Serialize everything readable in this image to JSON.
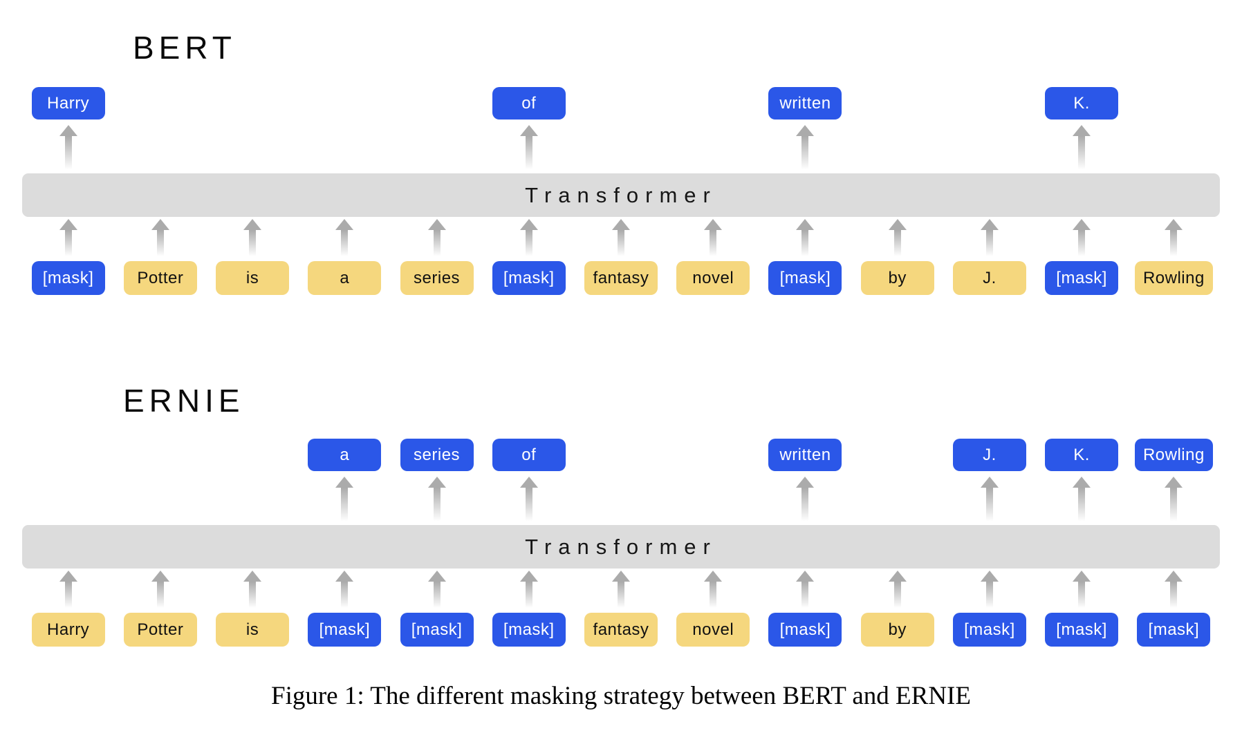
{
  "colors": {
    "masked_blue": "#2B57E8",
    "token_yellow": "#F5D77E",
    "transformer_gray": "#DCDCDC",
    "arrow_gray": "#ABABAB"
  },
  "icons": {
    "arrow": "up-arrow-icon"
  },
  "caption": "Figure 1: The different masking strategy between BERT and ERNIE",
  "diagrams": [
    {
      "title": "BERT",
      "transformer_label": "Transformer",
      "outputs": [
        {
          "col": 1,
          "label": "Harry"
        },
        {
          "col": 6,
          "label": "of"
        },
        {
          "col": 9,
          "label": "written"
        },
        {
          "col": 12,
          "label": "K."
        }
      ],
      "inputs": [
        {
          "label": "[mask]",
          "masked": true
        },
        {
          "label": "Potter",
          "masked": false
        },
        {
          "label": "is",
          "masked": false
        },
        {
          "label": "a",
          "masked": false
        },
        {
          "label": "series",
          "masked": false
        },
        {
          "label": "[mask]",
          "masked": true
        },
        {
          "label": "fantasy",
          "masked": false
        },
        {
          "label": "novel",
          "masked": false
        },
        {
          "label": "[mask]",
          "masked": true
        },
        {
          "label": "by",
          "masked": false
        },
        {
          "label": "J.",
          "masked": false
        },
        {
          "label": "[mask]",
          "masked": true
        },
        {
          "label": "Rowling",
          "masked": false
        }
      ]
    },
    {
      "title": "ERNIE",
      "transformer_label": "Transformer",
      "outputs": [
        {
          "col": 4,
          "label": "a"
        },
        {
          "col": 5,
          "label": "series"
        },
        {
          "col": 6,
          "label": "of"
        },
        {
          "col": 9,
          "label": "written"
        },
        {
          "col": 11,
          "label": "J."
        },
        {
          "col": 12,
          "label": "K."
        },
        {
          "col": 13,
          "label": "Rowling"
        }
      ],
      "inputs": [
        {
          "label": "Harry",
          "masked": false
        },
        {
          "label": "Potter",
          "masked": false
        },
        {
          "label": "is",
          "masked": false
        },
        {
          "label": "[mask]",
          "masked": true
        },
        {
          "label": "[mask]",
          "masked": true
        },
        {
          "label": "[mask]",
          "masked": true
        },
        {
          "label": "fantasy",
          "masked": false
        },
        {
          "label": "novel",
          "masked": false
        },
        {
          "label": "[mask]",
          "masked": true
        },
        {
          "label": "by",
          "masked": false
        },
        {
          "label": "[mask]",
          "masked": true
        },
        {
          "label": "[mask]",
          "masked": true
        },
        {
          "label": "[mask]",
          "masked": true
        }
      ]
    }
  ]
}
